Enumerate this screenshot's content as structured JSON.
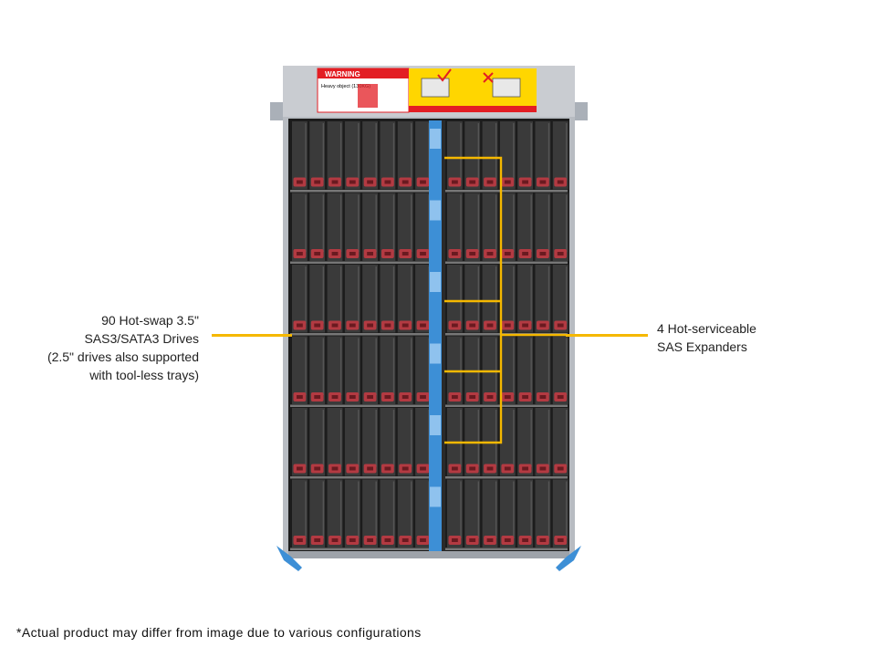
{
  "colors": {
    "accent": "#f5b800",
    "drive_face": "#3a3a3a",
    "drive_handle": "#b33a42",
    "midplane": "#3d8fd6",
    "chassis_frame": "#c9ccd1",
    "warning_red": "#e31e24",
    "warning_yellow": "#ffd600"
  },
  "left_callout": {
    "lines": [
      "90 Hot-swap 3.5\"",
      "SAS3/SATA3 Drives",
      "(2.5\" drives also supported",
      "with tool-less trays)"
    ]
  },
  "right_callout": {
    "lines": [
      "4 Hot-serviceable",
      "SAS Expanders"
    ]
  },
  "label": {
    "title": "WARNING",
    "subtitle": "Heavy object (130KG)"
  },
  "footnote": "*Actual product may differ from image due to various configurations"
}
